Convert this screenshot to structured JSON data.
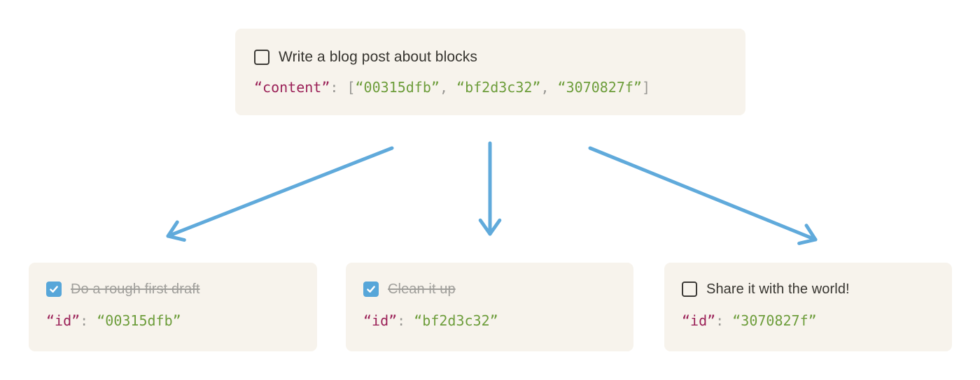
{
  "colors": {
    "page-bg": "#ffffff",
    "card-bg": "#f7f3ec",
    "text-dark": "#373530",
    "text-strike": "#a09f9b",
    "code-key": "#9b2158",
    "code-value": "#6d9d3b",
    "code-punct": "#999894",
    "checkbox-checked": "#57a6d9",
    "checkbox-border": "#3c3a36",
    "arrow": "#60aadb"
  },
  "parent_card": {
    "checked": false,
    "task": "Write a blog post about blocks",
    "code": {
      "key": "“content”",
      "colon": ": ",
      "bracket_open": "[",
      "values": [
        "“00315dfb”",
        "“bf2d3c32”",
        "“3070827f”"
      ],
      "comma": ", ",
      "bracket_close": "]"
    }
  },
  "child_cards": [
    {
      "checked": true,
      "task": "Do a rough first draft",
      "code": {
        "key": "“id”",
        "colon": ": ",
        "value": "“00315dfb”"
      }
    },
    {
      "checked": true,
      "task": "Clean it up",
      "code": {
        "key": "“id”",
        "colon": ": ",
        "value": "“bf2d3c32”"
      }
    },
    {
      "checked": false,
      "task": "Share it with the world!",
      "code": {
        "key": "“id”",
        "colon": ": ",
        "value": "“3070827f”"
      }
    }
  ]
}
